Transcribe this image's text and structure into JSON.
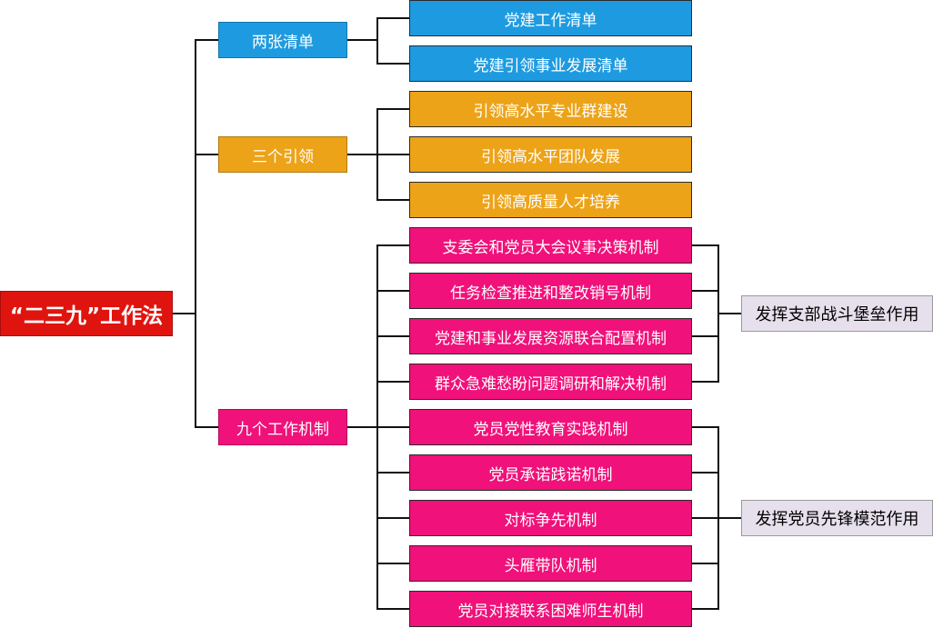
{
  "colors": {
    "root": "#e0140f",
    "blue": "#1e9be0",
    "orange": "#eda318",
    "magenta": "#f0117a",
    "outcome": "#e6e0ec",
    "line": "#111111"
  },
  "root": {
    "label": "“二三九”工作法"
  },
  "categories": [
    {
      "label": "两张清单",
      "items": [
        "党建工作清单",
        "党建引领事业发展清单"
      ]
    },
    {
      "label": "三个引领",
      "items": [
        "引领高水平专业群建设",
        "引领高水平团队发展",
        "引领高质量人才培养"
      ]
    },
    {
      "label": "九个工作机制",
      "items": [
        "支委会和党员大会议事决策机制",
        "任务检查推进和整改销号机制",
        "党建和事业发展资源联合配置机制",
        "群众急难愁盼问题调研和解决机制",
        "党员党性教育实践机制",
        "党员承诺践诺机制",
        "对标争先机制",
        "头雁带队机制",
        "党员对接联系困难师生机制"
      ]
    }
  ],
  "outcomes": [
    {
      "label": "发挥支部战斗堡垒作用"
    },
    {
      "label": "发挥党员先锋模范作用"
    }
  ]
}
